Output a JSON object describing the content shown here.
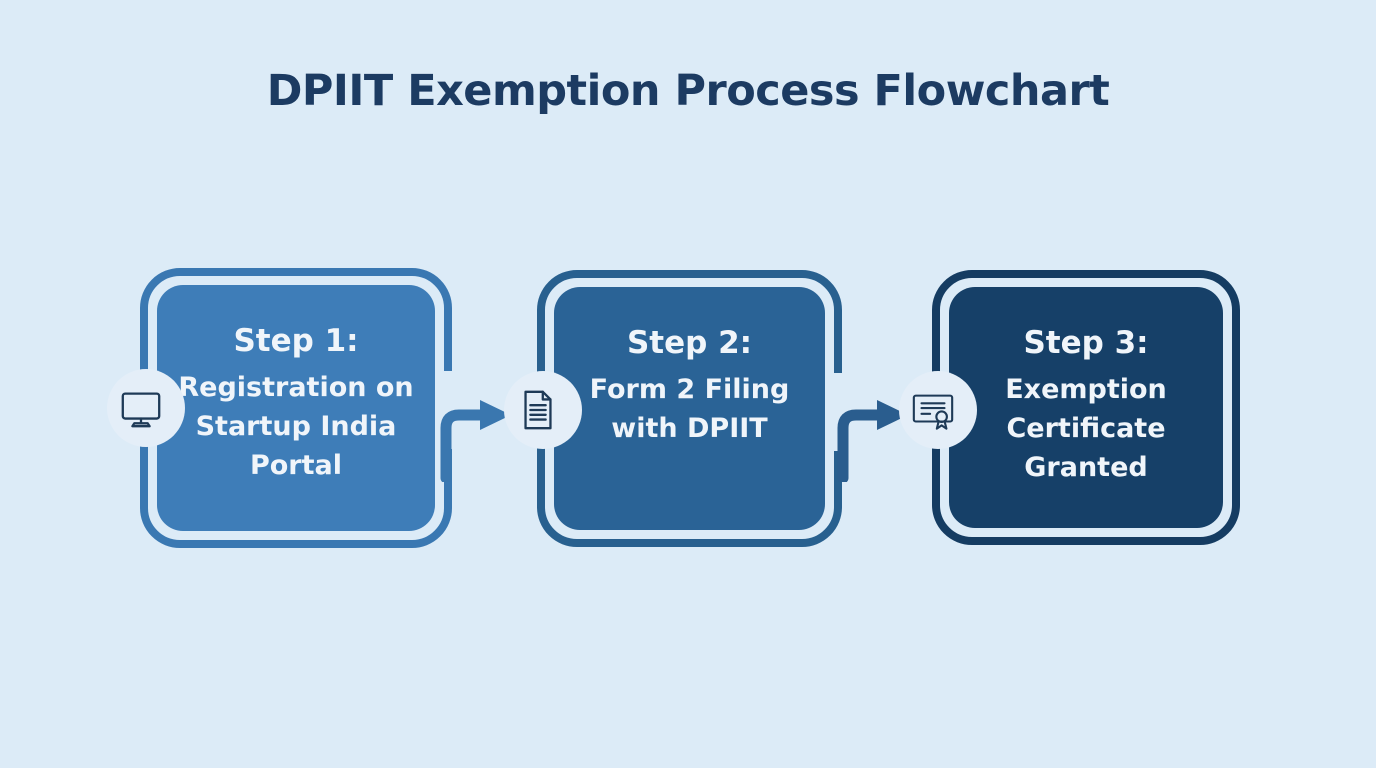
{
  "title": "DPIIT Exemption Process Flowchart",
  "steps": [
    {
      "label": "Step 1:",
      "description": "Registration on Startup India Portal",
      "description_lines": [
        "Registration on",
        "Startup India",
        "Portal"
      ],
      "icon": "monitor-icon",
      "box_fill": "#3e7db8",
      "ring_color": "#3a78b2"
    },
    {
      "label": "Step 2:",
      "description": "Form 2 Filing with DPIIT",
      "description_lines": [
        "Form 2 Filing",
        "with DPIIT"
      ],
      "icon": "document-icon",
      "box_fill": "#2a6396",
      "ring_color": "#28608f"
    },
    {
      "label": "Step 3:",
      "description": "Exemption Certificate Granted",
      "description_lines": [
        "Exemption",
        "Certificate",
        "Granted"
      ],
      "icon": "certificate-icon",
      "box_fill": "#164068",
      "ring_color": "#153c62"
    }
  ],
  "arrows": [
    {
      "from": "Step 1",
      "to": "Step 2",
      "direction": "right",
      "color": "#3a77af"
    },
    {
      "from": "Step 2",
      "to": "Step 3",
      "direction": "right",
      "color": "#2a5d8e"
    }
  ],
  "colors": {
    "background": "#dcebf7",
    "title_text": "#1c3b62",
    "box_text": "#f0f5fa",
    "icon_stroke": "#1e3a57",
    "notch": "#e4eef8"
  }
}
